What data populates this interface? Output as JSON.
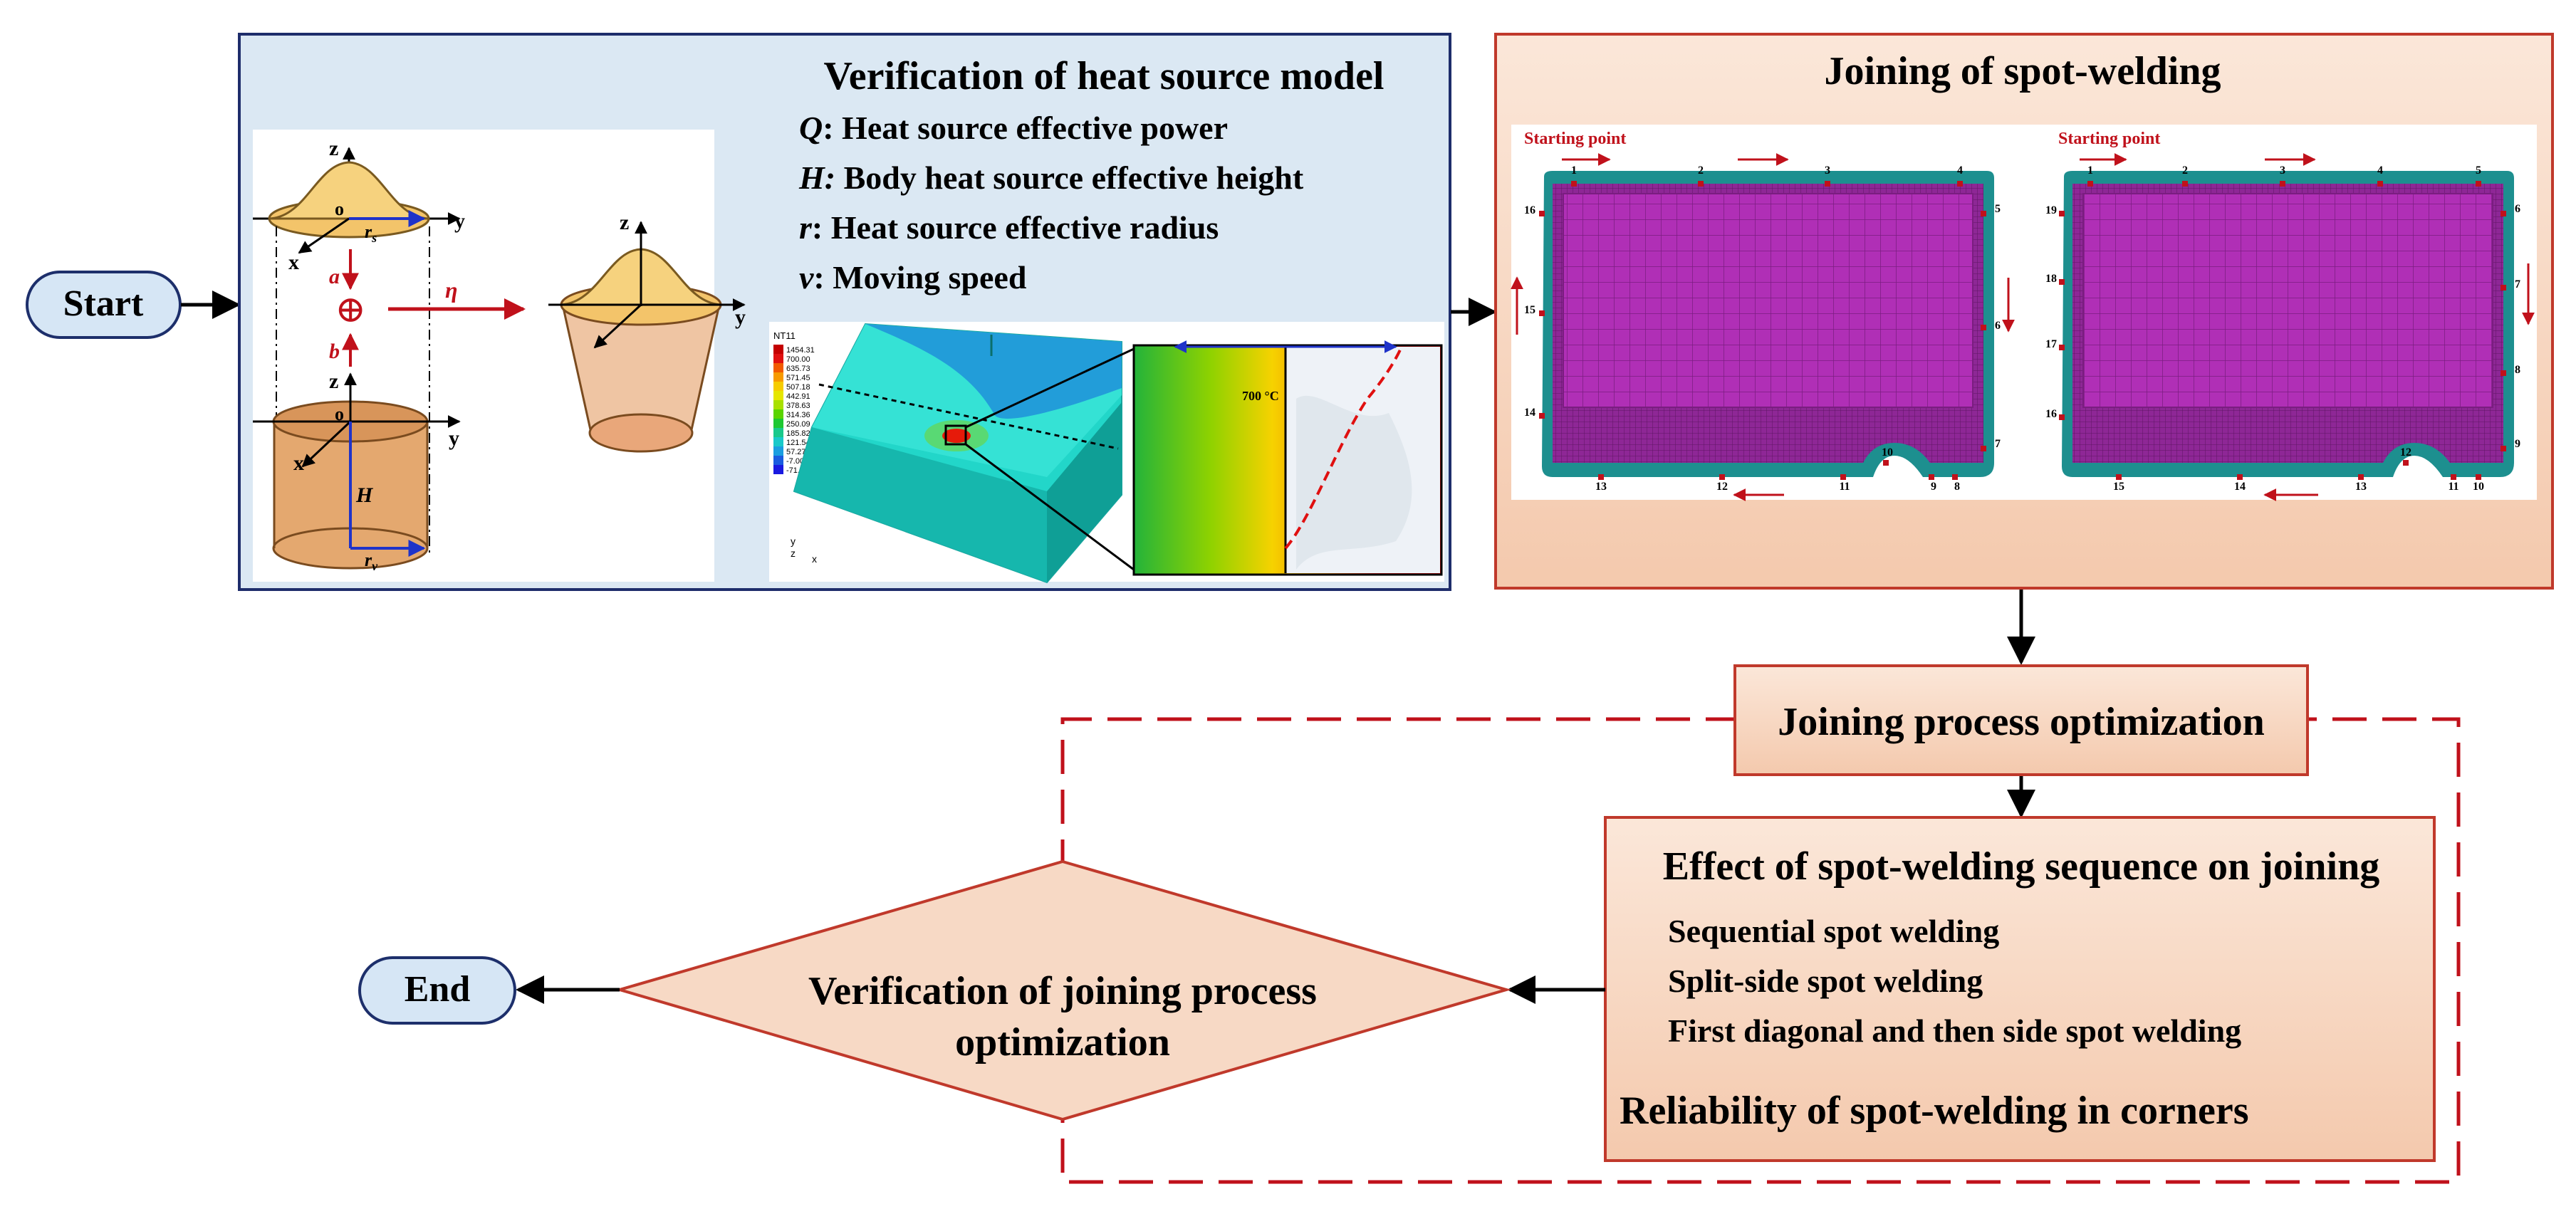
{
  "colors": {
    "pill_fill": "#d6e6f5",
    "pill_stroke": "#1d2f6b",
    "box_blue_fill": "#dbe8f3",
    "box_blue_stroke": "#1e2d6b",
    "box_peach_fill": "#f7d9c5",
    "box_peach_stroke": "#c0392b",
    "dashed_red": "#c0111b",
    "mesh_magenta": "#b02fb6",
    "mesh_teal": "#1d8f8f",
    "cone_top": "#f3c46a",
    "cylinder": "#e4a86f",
    "arrow_red": "#c0111b",
    "arrow_blue": "#1f33c9"
  },
  "flow": {
    "start": "Start",
    "end": "End"
  },
  "heat_source": {
    "title": "Verification of heat source model",
    "params": [
      {
        "sym": "Q",
        "desc": ": Heat source effective power"
      },
      {
        "sym": "H:",
        "desc": " Body heat source effective height"
      },
      {
        "sym": "r",
        "desc": ": Heat source effective radius"
      },
      {
        "sym": "v",
        "desc": ": Moving speed"
      }
    ],
    "axes": {
      "z": "z",
      "y": "y",
      "x": "x",
      "o": "o"
    },
    "symbols": {
      "a": "a",
      "b": "b",
      "eta": "η",
      "plus": "⊕",
      "rs": "r",
      "rs_sub": "s",
      "rv": "r",
      "rv_sub": "v",
      "H": "H"
    },
    "legend_title": "NT11",
    "legend_values": [
      "1454.31",
      "700.00",
      "635.73",
      "571.45",
      "507.18",
      "442.91",
      "378.63",
      "314.36",
      "250.09",
      "185.82",
      "121.54",
      "57.27",
      "-7.00",
      "-71.28"
    ],
    "legend_colors": [
      "#c40000",
      "#e01010",
      "#f25a00",
      "#f79a00",
      "#f6cc00",
      "#e6e600",
      "#a8e000",
      "#5ad400",
      "#1ec832",
      "#19c98b",
      "#19c9c9",
      "#1a9ee0",
      "#1a5ce0",
      "#1a1ae0"
    ],
    "temp_label": "700 °C",
    "triad": {
      "y": "y",
      "z": "z",
      "x": "x"
    }
  },
  "spot_welding": {
    "title": "Joining of spot-welding",
    "start_label_left": "Starting point",
    "start_label_right": "Starting point",
    "left_points": [
      "1",
      "2",
      "3",
      "4",
      "5",
      "6",
      "7",
      "8",
      "9",
      "10",
      "11",
      "12",
      "13",
      "14",
      "15",
      "16"
    ],
    "right_points": [
      "1",
      "2",
      "3",
      "4",
      "5",
      "6",
      "7",
      "8",
      "9",
      "10",
      "11",
      "12",
      "13",
      "14",
      "15",
      "16",
      "17",
      "18",
      "19"
    ]
  },
  "optimization": {
    "title": "Joining process optimization",
    "effect_title": "Effect of spot-welding sequence on joining",
    "items": [
      "Sequential spot welding",
      "Split-side spot welding",
      "First diagonal and then side spot welding"
    ],
    "reliability": "Reliability of spot-welding in corners",
    "verification_line1": "Verification of joining process",
    "verification_line2": "optimization"
  }
}
